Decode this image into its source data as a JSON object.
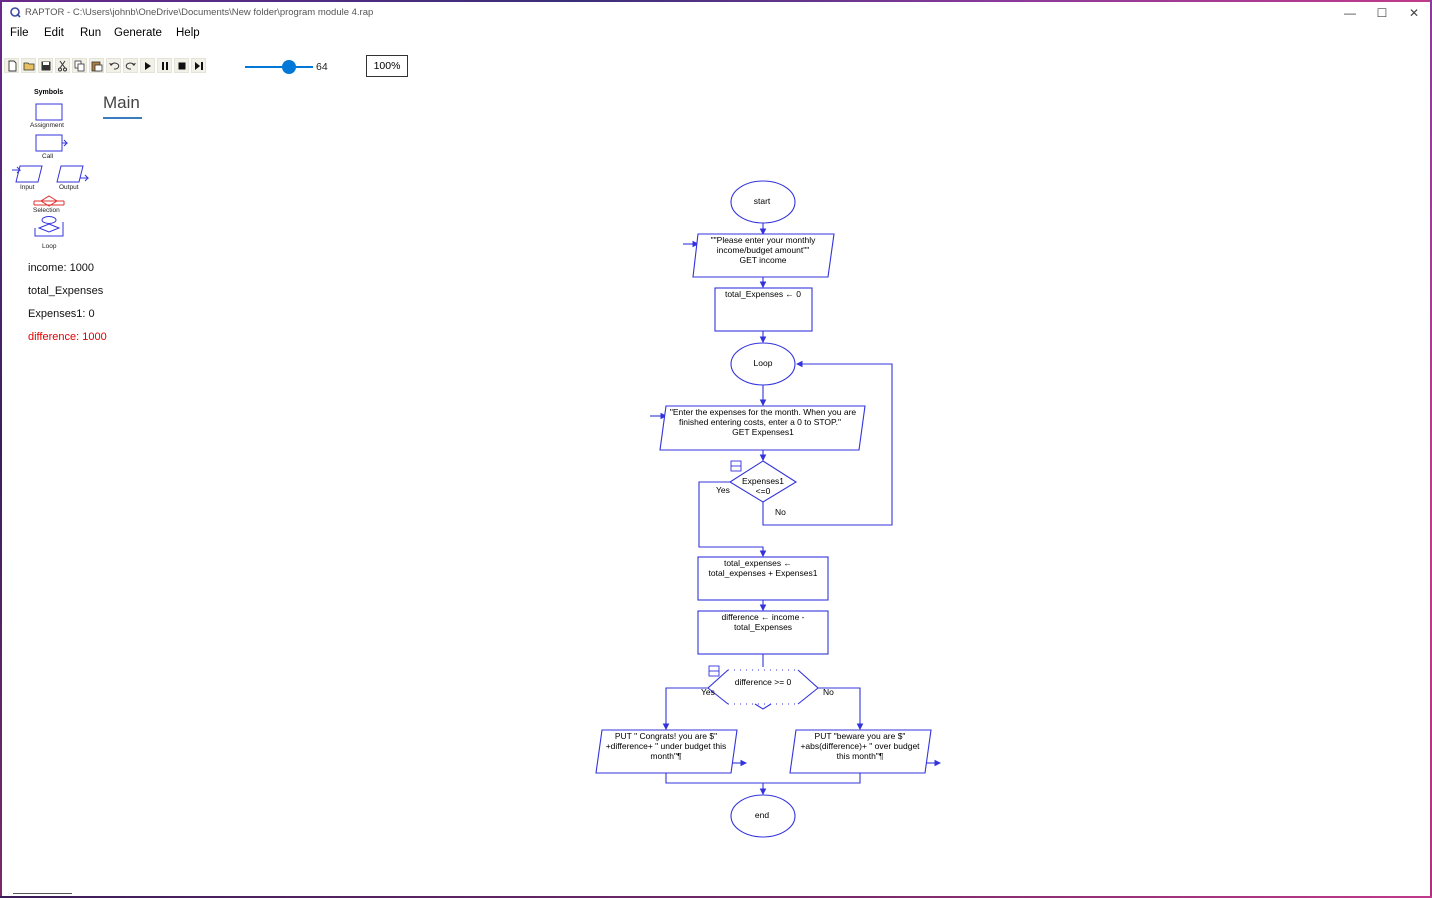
{
  "window": {
    "title": "RAPTOR - C:\\Users\\johnb\\OneDrive\\Documents\\New folder\\program module 4.rap"
  },
  "menu": {
    "file": "File",
    "edit": "Edit",
    "run": "Run",
    "generate": "Generate",
    "help": "Help"
  },
  "toolbar": {
    "speed_value": "64",
    "speed_fraction": 0.64,
    "zoom": "100%"
  },
  "symbols": {
    "title": "Symbols",
    "assignment": "Assignment",
    "call": "Call",
    "input": "Input",
    "output": "Output",
    "selection": "Selection",
    "loop": "Loop"
  },
  "tabs": {
    "main": "Main"
  },
  "variables": {
    "income": "income: 1000",
    "total_expenses": "total_Expenses",
    "expenses1": "Expenses1: 0",
    "difference": "difference: 1000"
  },
  "flowchart": {
    "start": "start",
    "input1": [
      "\"\"Please enter your monthly",
      "income/budget amount\"\"",
      "GET income"
    ],
    "assign1": "total_Expenses ← 0",
    "loop": "Loop",
    "input2": [
      "\"Enter the expenses for the month. When you are",
      "finished entering costs, enter a 0 to STOP.\"",
      "GET Expenses1"
    ],
    "loop_cond": [
      "Expenses1",
      "<=0"
    ],
    "loop_yes": "Yes",
    "loop_no": "No",
    "assign2": [
      "total_expenses  ←",
      "total_expenses  +  Expenses1"
    ],
    "assign3": [
      "difference ← income -",
      "total_Expenses"
    ],
    "sel_cond": "difference >= 0",
    "sel_yes": "Yes",
    "sel_no": "No",
    "output_yes": [
      "PUT \" Congrats! you are $\"",
      "+difference+ \" under budget this",
      "month\"¶"
    ],
    "output_no": [
      "PUT \"beware you are $\"",
      "+abs(difference)+ \" over budget",
      "this month\"¶"
    ],
    "end": "end"
  },
  "colors": {
    "flow_blue": "#3333dd",
    "selection_red": "#e03030",
    "accent": "#0078d7",
    "variable_highlight": "#e00000"
  }
}
